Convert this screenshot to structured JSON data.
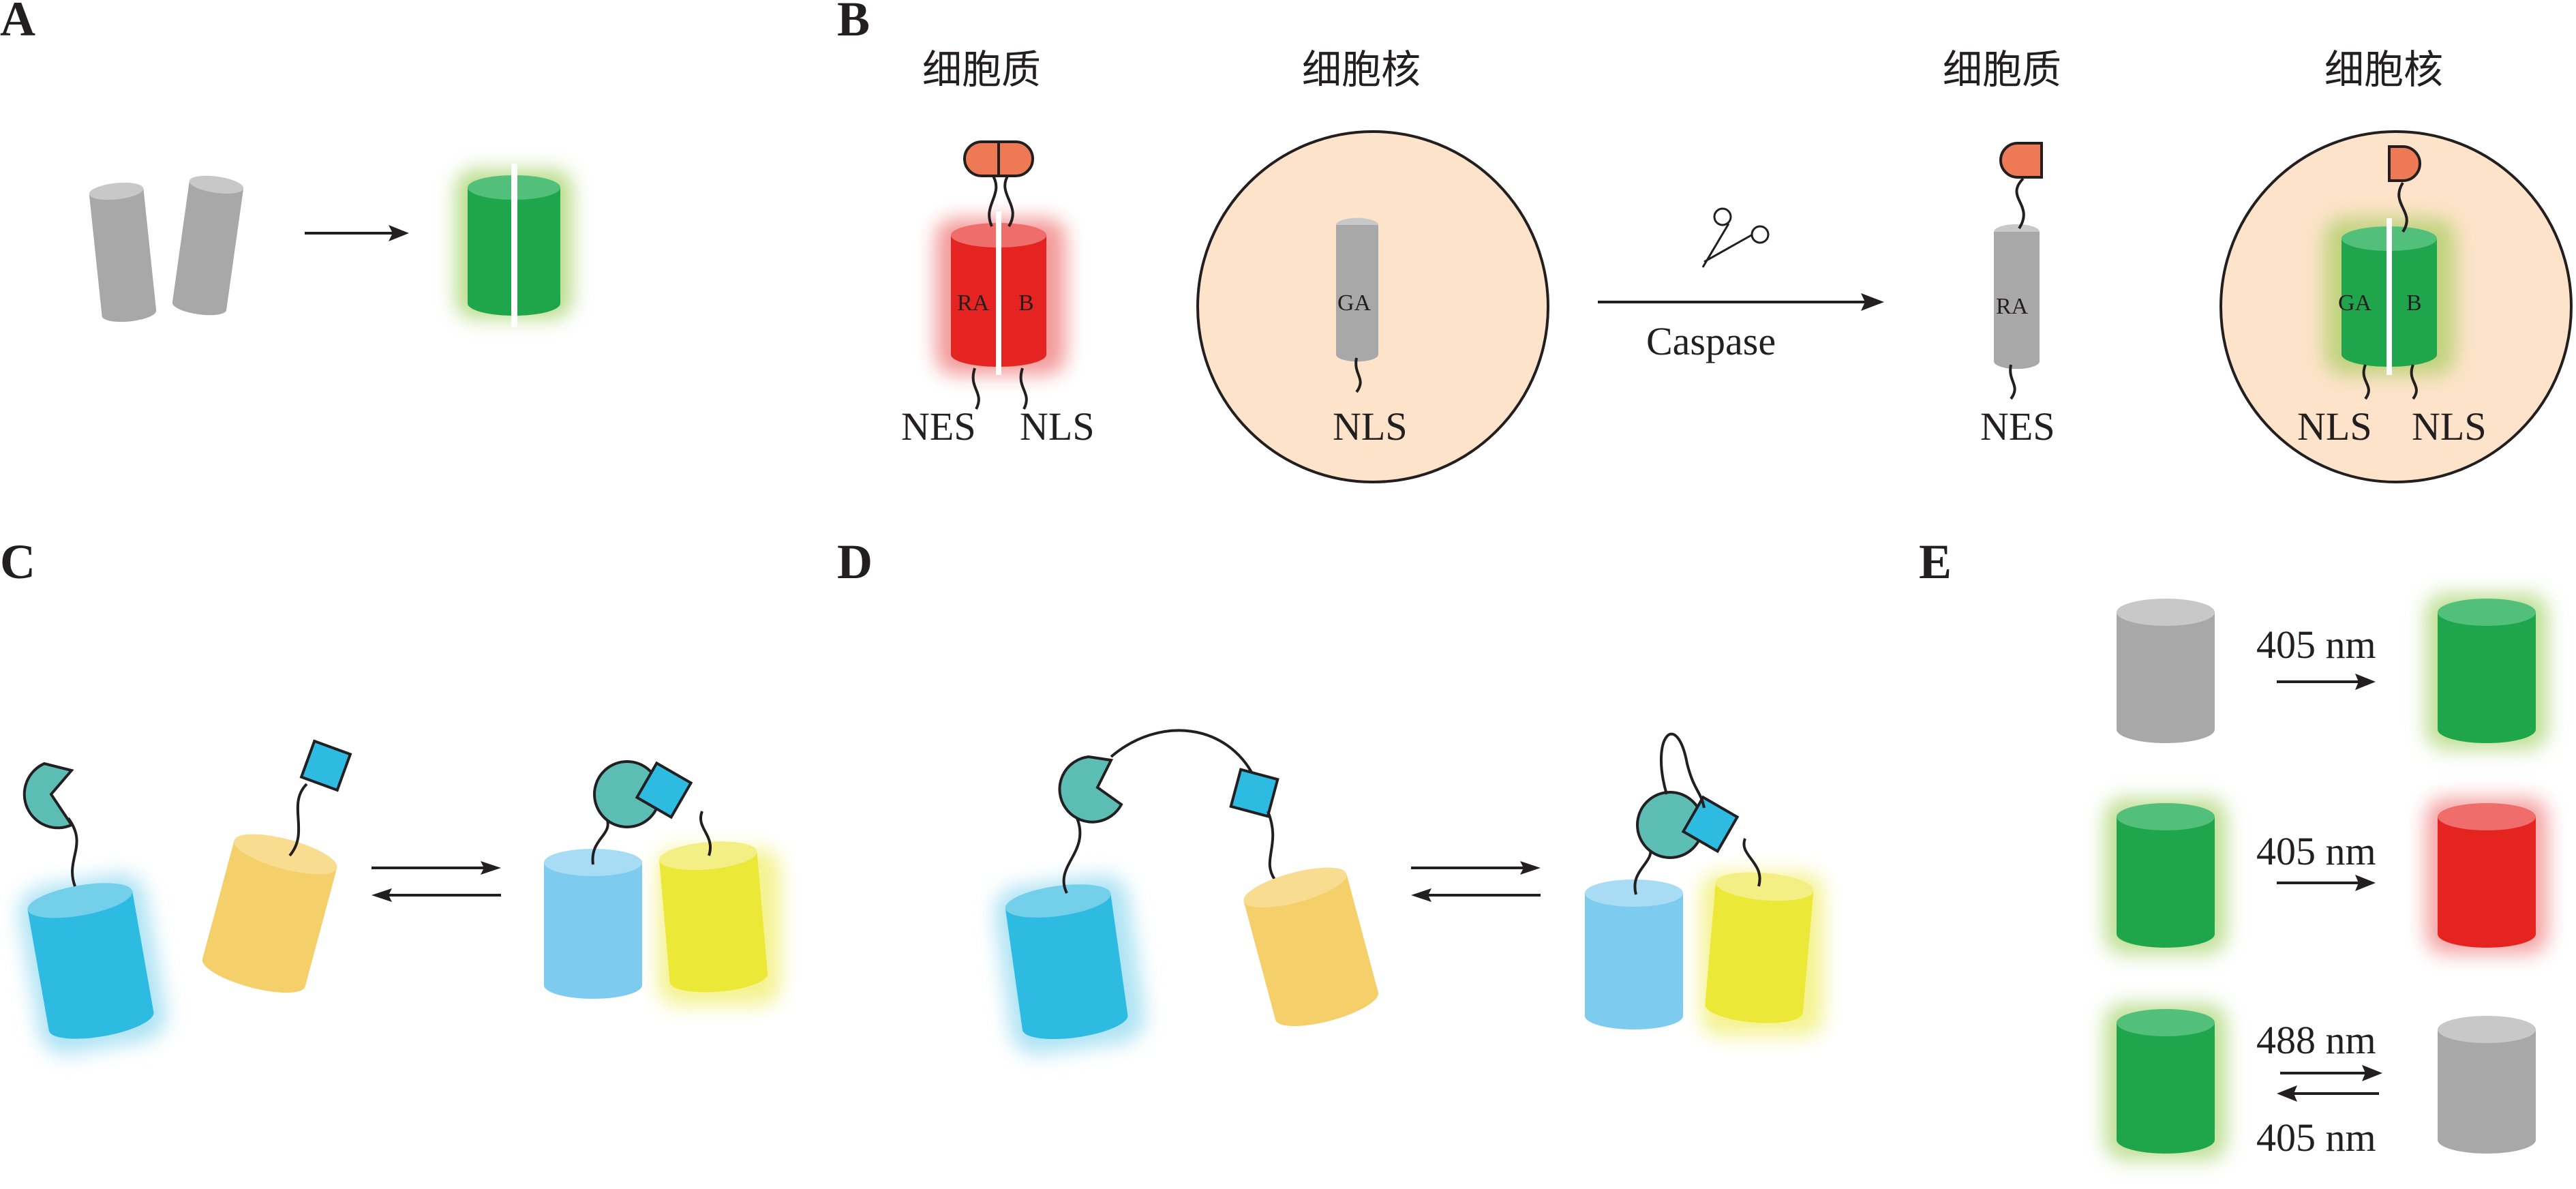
{
  "panels": {
    "a": "A",
    "b": "B",
    "c": "C",
    "d": "D",
    "e": "E"
  },
  "panel_b": {
    "cytoplasm_label": "细胞质",
    "nucleus_label": "细胞核",
    "ra_label": "RA",
    "b_label": "B",
    "ga_label": "GA",
    "nes_label": "NES",
    "nls_label": "NLS",
    "caspase_label": "Caspase",
    "scissors_icon": "scissors-icon"
  },
  "panel_e": {
    "row1_label": "405 nm",
    "row2_label": "405 nm",
    "row3_top_label": "488 nm",
    "row3_bottom_label": "405 nm"
  },
  "colors": {
    "gray": "#a8a8a8",
    "green": "#1fa54b",
    "red": "#e52320",
    "cyan": "#2ebbe2",
    "light_blue": "#7ecbf0",
    "orange": "#f5cf6a",
    "yellow": "#ece838",
    "teal": "#5bbdb4",
    "salmon": "#ee7a55",
    "nucleus": "#fde3c9"
  }
}
